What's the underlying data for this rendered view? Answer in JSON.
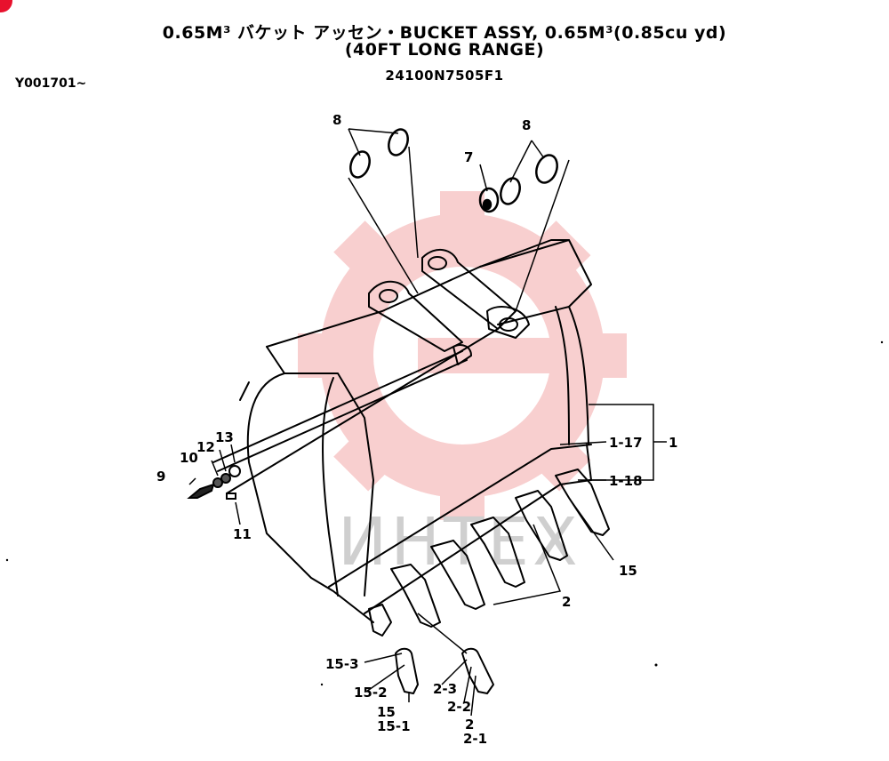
{
  "header": {
    "title_line1": "0.65M³  バケット  アッセン・BUCKET ASSY, 0.65M³(0.85cu yd)",
    "title_line2": "(40FT LONG RANGE)",
    "part_number": "24100N7505F1",
    "serial_range": "Y001701~"
  },
  "watermark": {
    "text": "ИНТЕХ",
    "color": "#f4a9a9"
  },
  "callouts": {
    "c1": "1",
    "c1_17": "1-17",
    "c1_18": "1-18",
    "c2": "2",
    "c2_b": "2",
    "c2_1": "2-1",
    "c2_2": "2-2",
    "c2_3": "2-3",
    "c7": "7",
    "c8a": "8",
    "c8b": "8",
    "c9": "9",
    "c10": "10",
    "c11": "11",
    "c12": "12",
    "c13": "13",
    "c15": "15",
    "c15_b": "15",
    "c15_1": "15-1",
    "c15_2": "15-2",
    "c15_3": "15-3"
  },
  "colors": {
    "line": "#000000",
    "accent": "#e8112d"
  }
}
